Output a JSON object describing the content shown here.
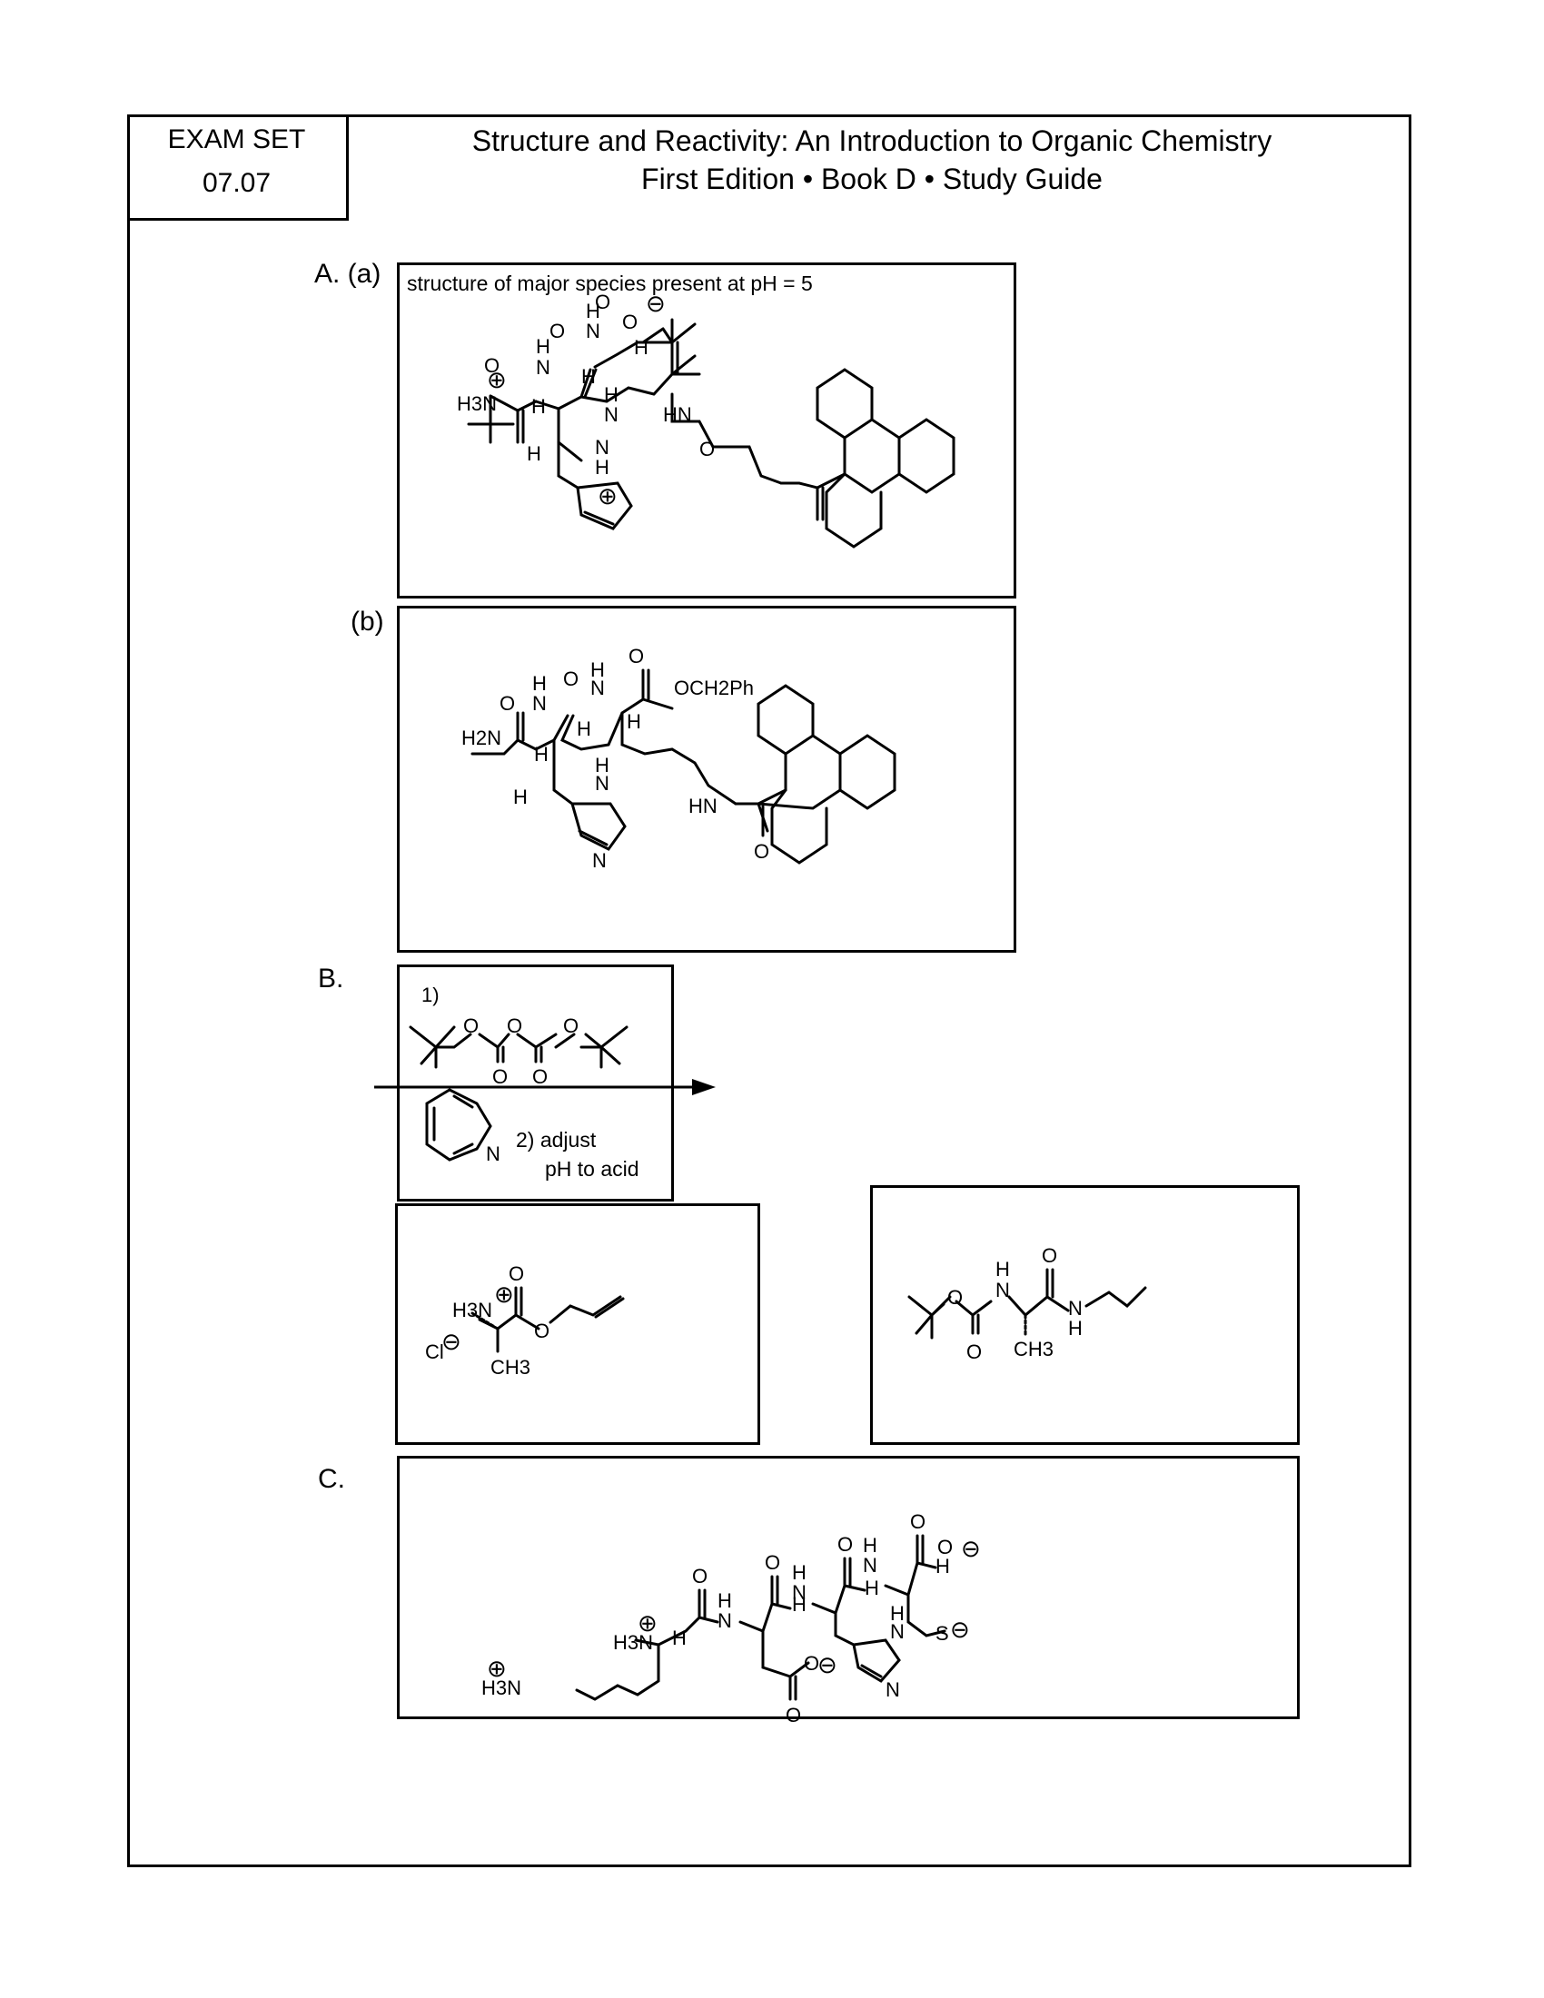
{
  "exam_set": {
    "line1": "EXAM SET",
    "line2": "07.07"
  },
  "header": {
    "title": "Structure and Reactivity: An Introduction to Organic Chemistry",
    "subtitle": "First Edition • Book D • Study Guide"
  },
  "labels": {
    "a": "A. (a)",
    "b": "(b)",
    "B": "B.",
    "C": "C."
  },
  "part_a": {
    "caption": "structure of major species present at pH = 5"
  },
  "atoms": {
    "O": "O",
    "N": "N",
    "H": "H",
    "HN": "HN",
    "H3N": "H3N",
    "H2N": "H2N",
    "OCH2Ph": "OCH2Ph",
    "CH3": "CH3",
    "Cl": "Cl",
    "S": "S",
    "plus": "⊕",
    "minus": "⊖"
  },
  "reagents": {
    "step1": "1)",
    "step2_line1": "2) adjust",
    "step2_line2": "pH to acid"
  }
}
